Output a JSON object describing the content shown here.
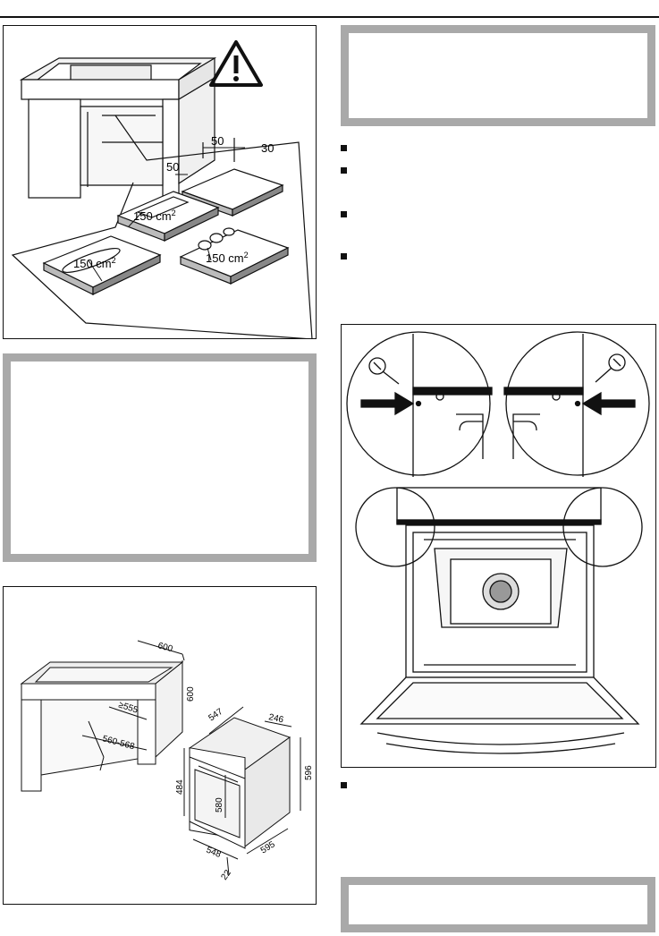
{
  "ventilation": {
    "dim_a": "50",
    "dim_b": "30",
    "dim_c": "50",
    "area_1": "150 cm",
    "area_2": "150 cm",
    "area_3": "150 cm",
    "sup": "2"
  },
  "dimensions": {
    "d600w": "600",
    "d600h": "600",
    "d555": "≥555",
    "d560": "560-568",
    "d547": "547",
    "d246": "246",
    "d596": "596",
    "d484": "484",
    "d580": "580",
    "d548": "548",
    "d595": "595",
    "d22": "22"
  },
  "bullets": {
    "count": 5
  }
}
